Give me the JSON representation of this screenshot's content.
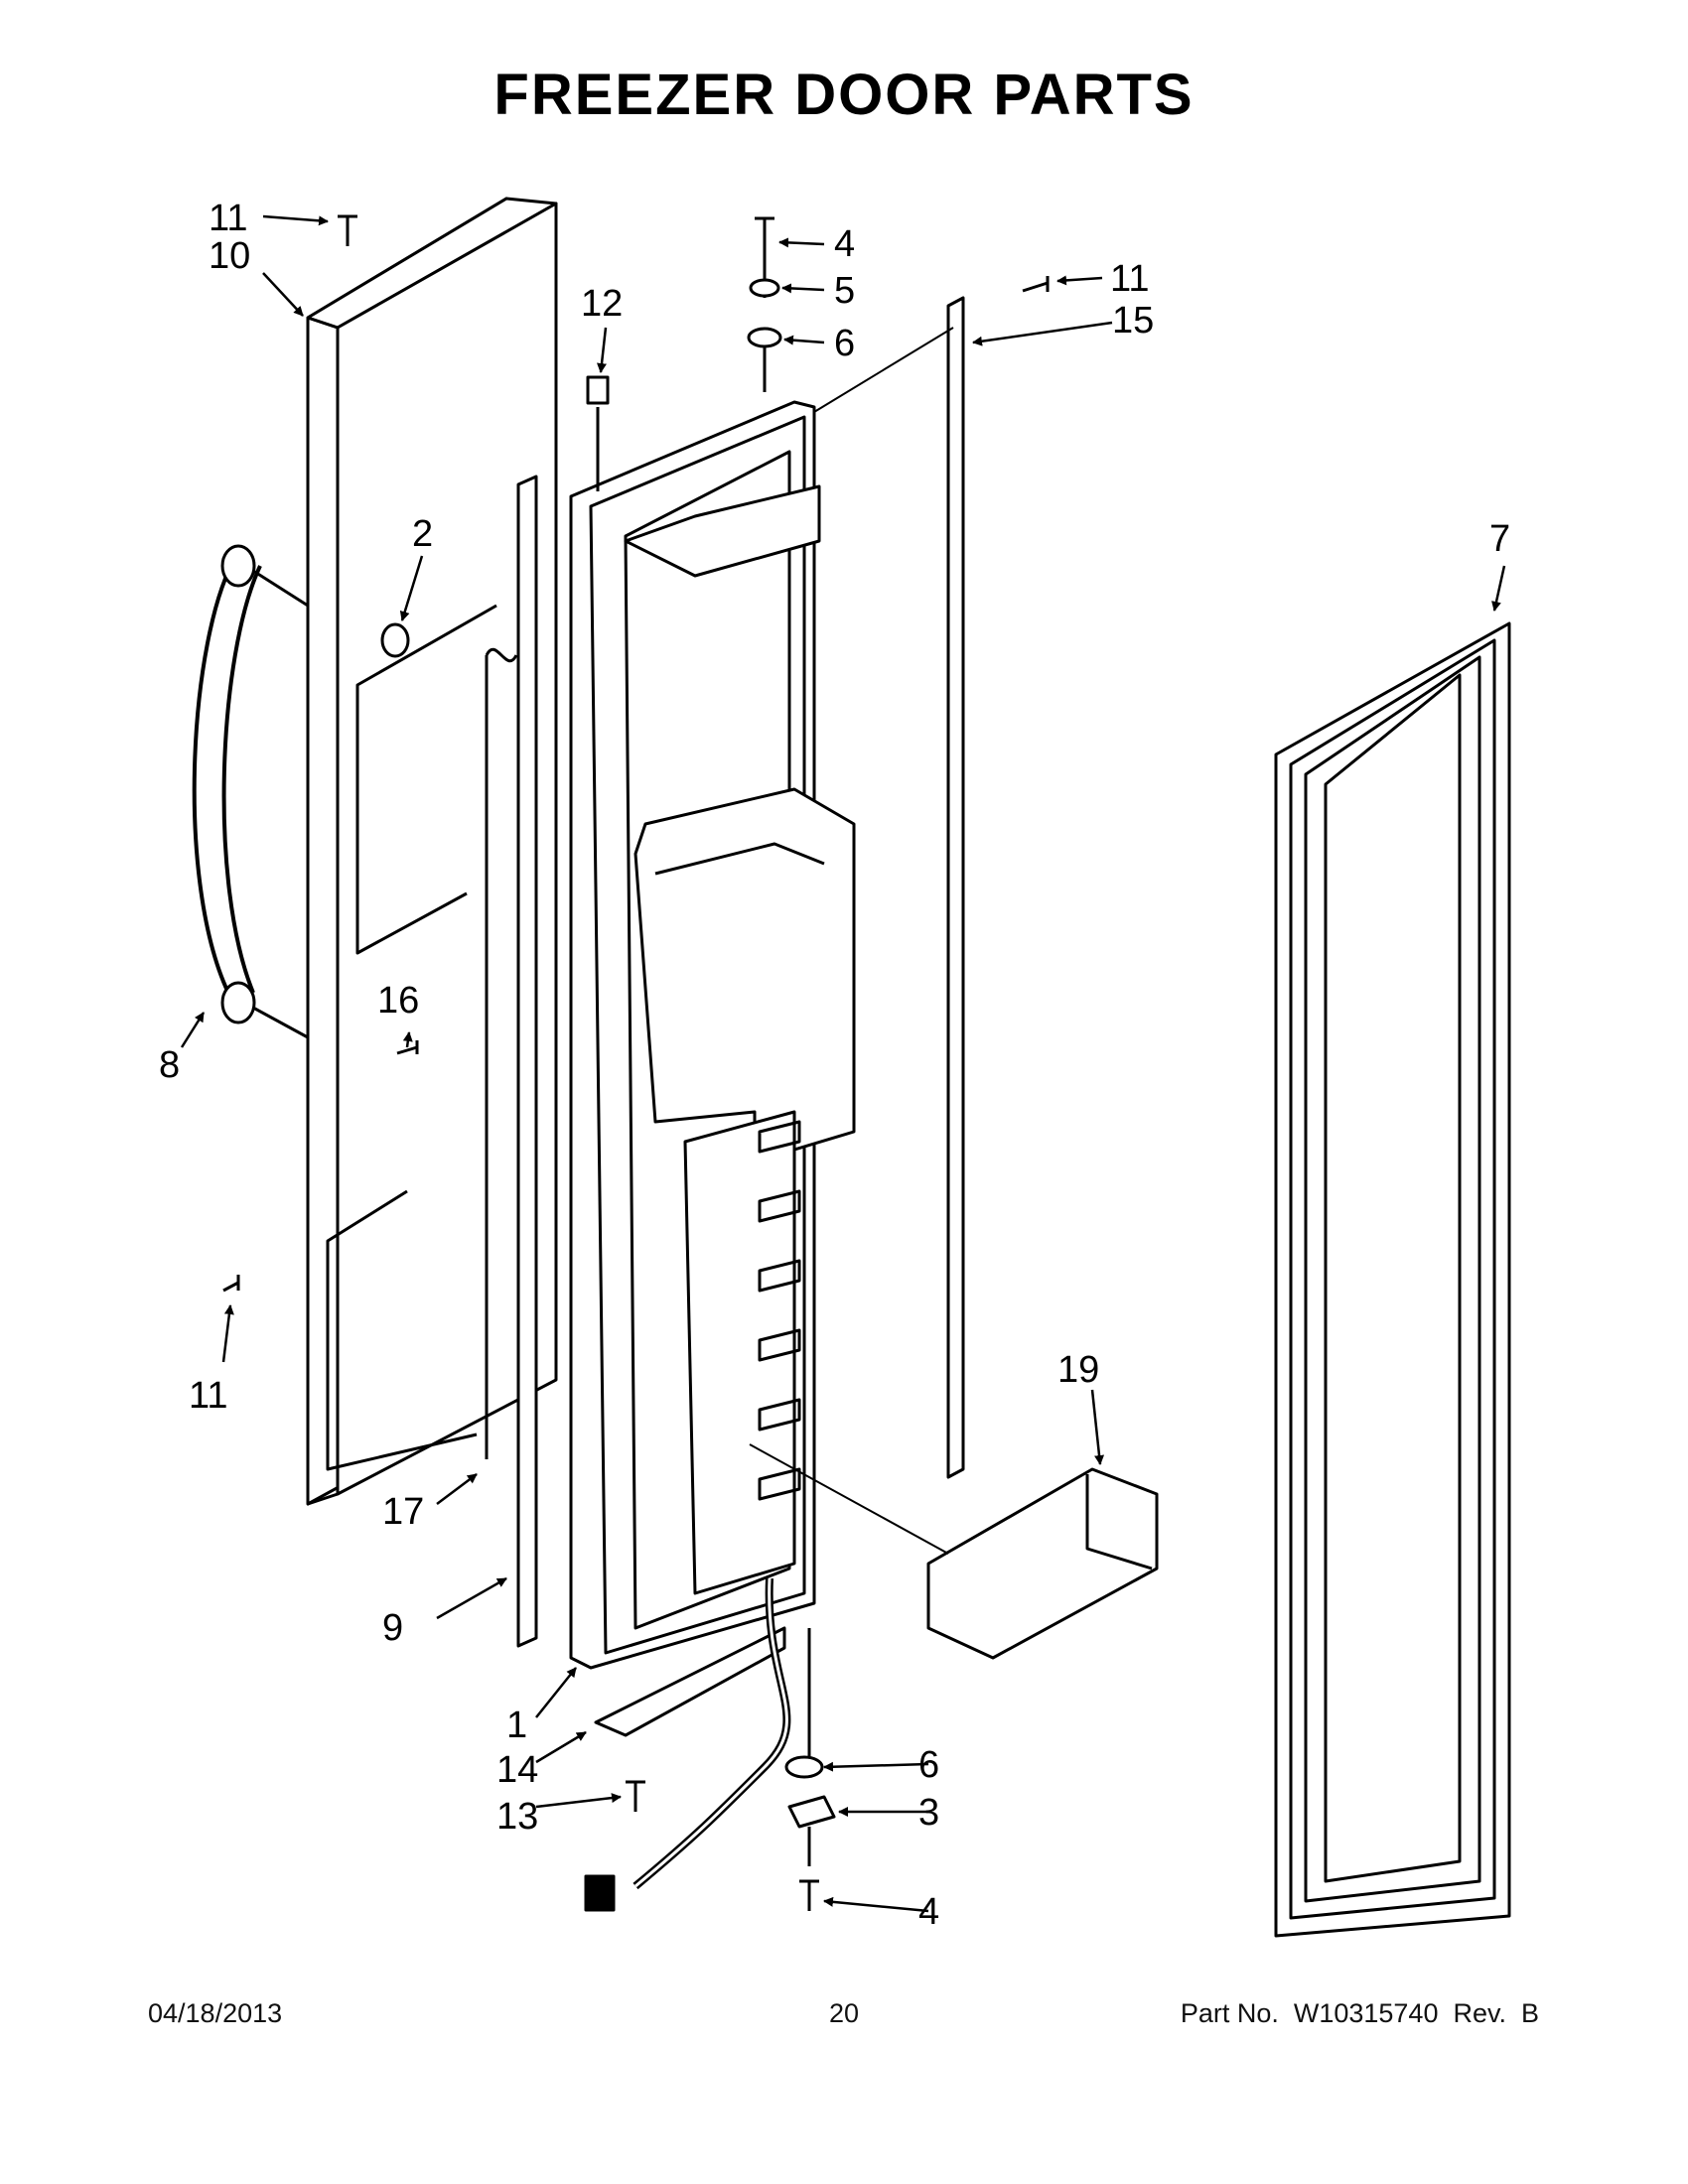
{
  "title": "FREEZER DOOR PARTS",
  "callouts": {
    "c1": "1",
    "c2": "2",
    "c3": "3",
    "c4a": "4",
    "c4b": "4",
    "c5": "5",
    "c6a": "6",
    "c6b": "6",
    "c7": "7",
    "c8": "8",
    "c9": "9",
    "c10": "10",
    "c11a": "11",
    "c11b": "11",
    "c11c": "11",
    "c12": "12",
    "c13": "13",
    "c14": "14",
    "c15": "15",
    "c16": "16",
    "c17": "17",
    "c19": "19"
  },
  "footer": {
    "date": "04/18/2013",
    "page": "20",
    "part_number": "Part No.  W10315740  Rev.  B"
  }
}
